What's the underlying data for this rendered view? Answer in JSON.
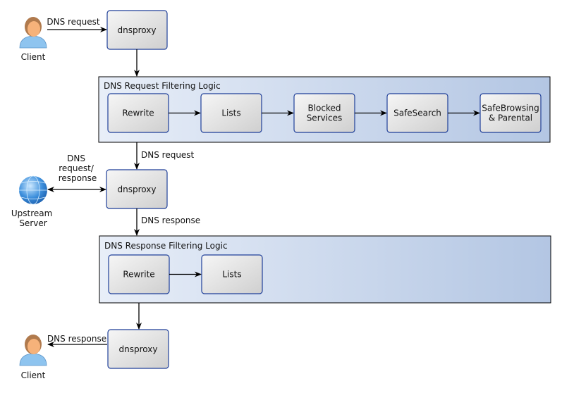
{
  "client_top": {
    "label": "Client",
    "edge_label": "DNS request"
  },
  "proxy_top": {
    "label": "dnsproxy"
  },
  "request_group": {
    "title": "DNS Request Filtering Logic",
    "steps": [
      {
        "label": [
          "Rewrite"
        ]
      },
      {
        "label": [
          "Lists"
        ]
      },
      {
        "label": [
          "Blocked",
          "Services"
        ]
      },
      {
        "label": [
          "SafeSearch"
        ]
      },
      {
        "label": [
          "SafeBrowsing",
          "& Parental"
        ]
      }
    ]
  },
  "edge_request_to_proxy": "DNS request",
  "proxy_middle": {
    "label": "dnsproxy"
  },
  "upstream": {
    "label": [
      "Upstream",
      "Server"
    ],
    "edge_label": [
      "DNS",
      "request/",
      "response"
    ]
  },
  "edge_proxy_to_response": "DNS response",
  "response_group": {
    "title": "DNS Response Filtering Logic",
    "steps": [
      {
        "label": [
          "Rewrite"
        ]
      },
      {
        "label": [
          "Lists"
        ]
      }
    ]
  },
  "proxy_bottom": {
    "label": "dnsproxy"
  },
  "client_bottom": {
    "label": "Client",
    "edge_label": "DNS response"
  },
  "colors": {
    "node_border": "#1f3f99",
    "group_start": "#e8eef8",
    "group_end": "#b3c6e3"
  }
}
